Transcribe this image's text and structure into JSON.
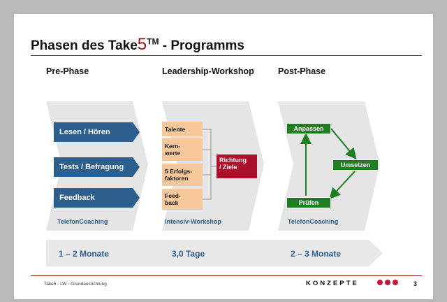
{
  "title": {
    "prefix": "Phasen des Take",
    "five": "5",
    "tm": "TM",
    "suffix": " - Programms"
  },
  "phases": [
    {
      "heading": "Pre-Phase",
      "sublabel": "TelefonCoaching",
      "duration": "1 – 2 Monate"
    },
    {
      "heading": "Leadership-Workshop",
      "sublabel": "Intensiv-Workshop",
      "duration": "3,0 Tage"
    },
    {
      "heading": "Post-Phase",
      "sublabel": "TelefonCoaching",
      "duration": "2 – 3 Monate"
    }
  ],
  "pre_phase_items": [
    "Lesen / Hören",
    "Tests / Befragung",
    "Feedback"
  ],
  "workshop": {
    "inputs": [
      "Talente",
      "Kern-\nwerte",
      "5 Erfolgs-\nfaktoren",
      "Feed-\nback"
    ],
    "result": "Richtung\n/ Ziele"
  },
  "post_phase_cycle": {
    "anpassen": "Anpassen",
    "umsetzen": "Umsetzen",
    "pruefen": "Prüfen"
  },
  "footer": {
    "left": "Take5 - LW - Grundausrichtung",
    "brand": "KONZEPTE",
    "page": "3"
  },
  "colors": {
    "blue": "#2c5f8d",
    "orange": "#f5c79b",
    "red": "#a8102c",
    "green": "#1e7f21",
    "accent": "#8c1a1a"
  }
}
